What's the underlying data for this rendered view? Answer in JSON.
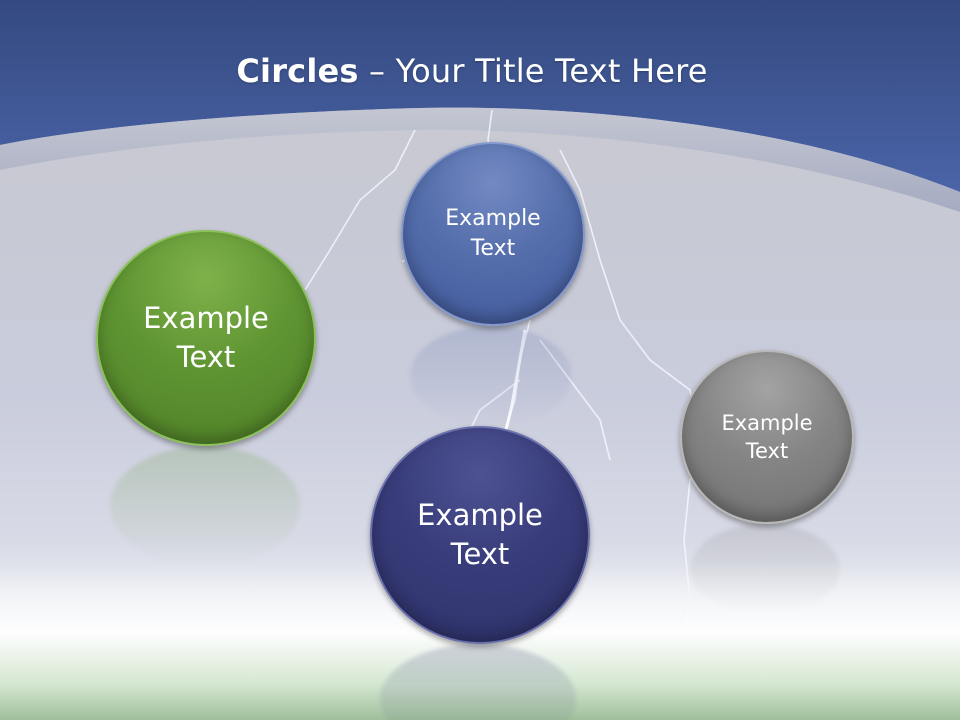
{
  "slide": {
    "title_bold": "Circles",
    "title_rest": " – Your Title Text Here"
  },
  "circles": [
    {
      "label": "Example\nText",
      "color": "#5f9532"
    },
    {
      "label": "Example\nText",
      "color": "#546eab"
    },
    {
      "label": "Example\nText",
      "color": "#383c7a"
    },
    {
      "label": "Example\nText",
      "color": "#858585"
    }
  ],
  "colors": {
    "header": "#3f5a9c",
    "background": "#c9ccd8"
  }
}
